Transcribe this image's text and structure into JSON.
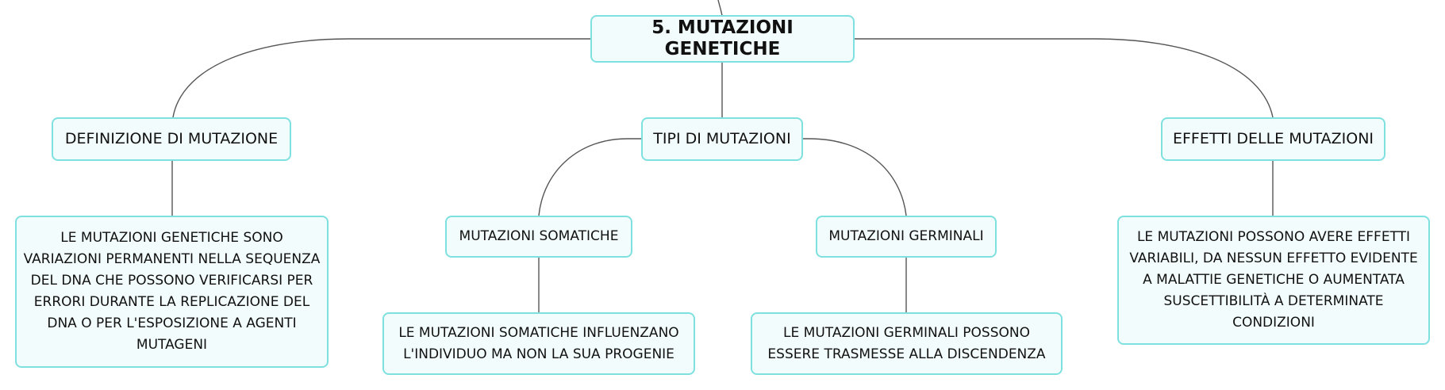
{
  "colors": {
    "node_border": "#7fe0e0",
    "node_fill": "#f3fcfc",
    "connector": "#555555",
    "text": "#111111"
  },
  "map": {
    "root": {
      "label": "5. MUTAZIONI GENETICHE"
    },
    "definizione": {
      "label": "DEFINIZIONE DI MUTAZIONE",
      "detail": "LE MUTAZIONI GENETICHE SONO VARIAZIONI PERMANENTI NELLA SEQUENZA DEL DNA CHE POSSONO VERIFICARSI PER ERRORI DURANTE LA REPLICAZIONE DEL DNA O PER L'ESPOSIZIONE A AGENTI MUTAGENI"
    },
    "tipi": {
      "label": "TIPI DI MUTAZIONI",
      "somatiche": {
        "label": "MUTAZIONI SOMATICHE",
        "detail": "LE MUTAZIONI SOMATICHE INFLUENZANO L'INDIVIDUO MA NON LA SUA PROGENIE"
      },
      "germinali": {
        "label": "MUTAZIONI GERMINALI",
        "detail": "LE MUTAZIONI GERMINALI POSSONO ESSERE TRASMESSE ALLA DISCENDENZA"
      }
    },
    "effetti": {
      "label": "EFFETTI DELLE MUTAZIONI",
      "detail": "LE MUTAZIONI POSSONO AVERE EFFETTI VARIABILI, DA NESSUN EFFETTO EVIDENTE A MALATTIE GENETICHE O AUMENTATA SUSCETTIBILITÀ A DETERMINATE CONDIZIONI"
    }
  }
}
